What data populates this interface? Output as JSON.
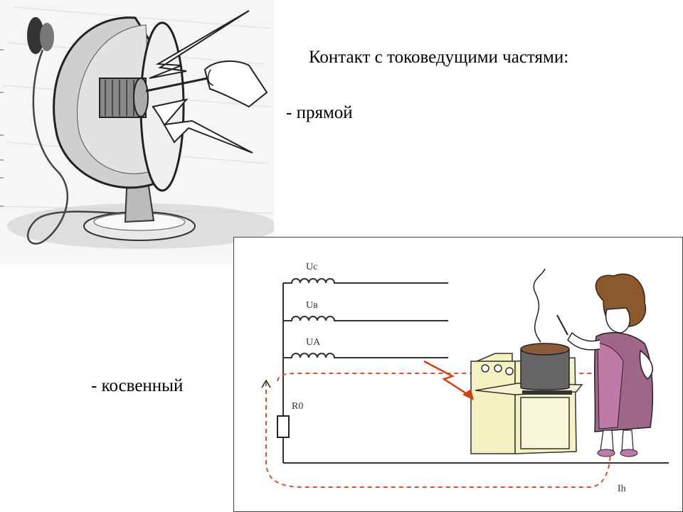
{
  "slide": {
    "title": "Контакт с токоведущими частями:",
    "items": [
      "- прямой",
      "- косвенный"
    ]
  },
  "heater_illustration": {
    "icon": "electric-heater-shock-icon"
  },
  "circuit": {
    "phase_labels": [
      "Uc",
      "Uв",
      "UA"
    ],
    "resistor_label": "R0",
    "current_label": "Ih",
    "icons": [
      "stove-icon",
      "pot-icon",
      "woman-cook-icon"
    ],
    "colors": {
      "wire": "#000000",
      "current_path": "#e05020",
      "stove": "#f4f2c2"
    }
  }
}
